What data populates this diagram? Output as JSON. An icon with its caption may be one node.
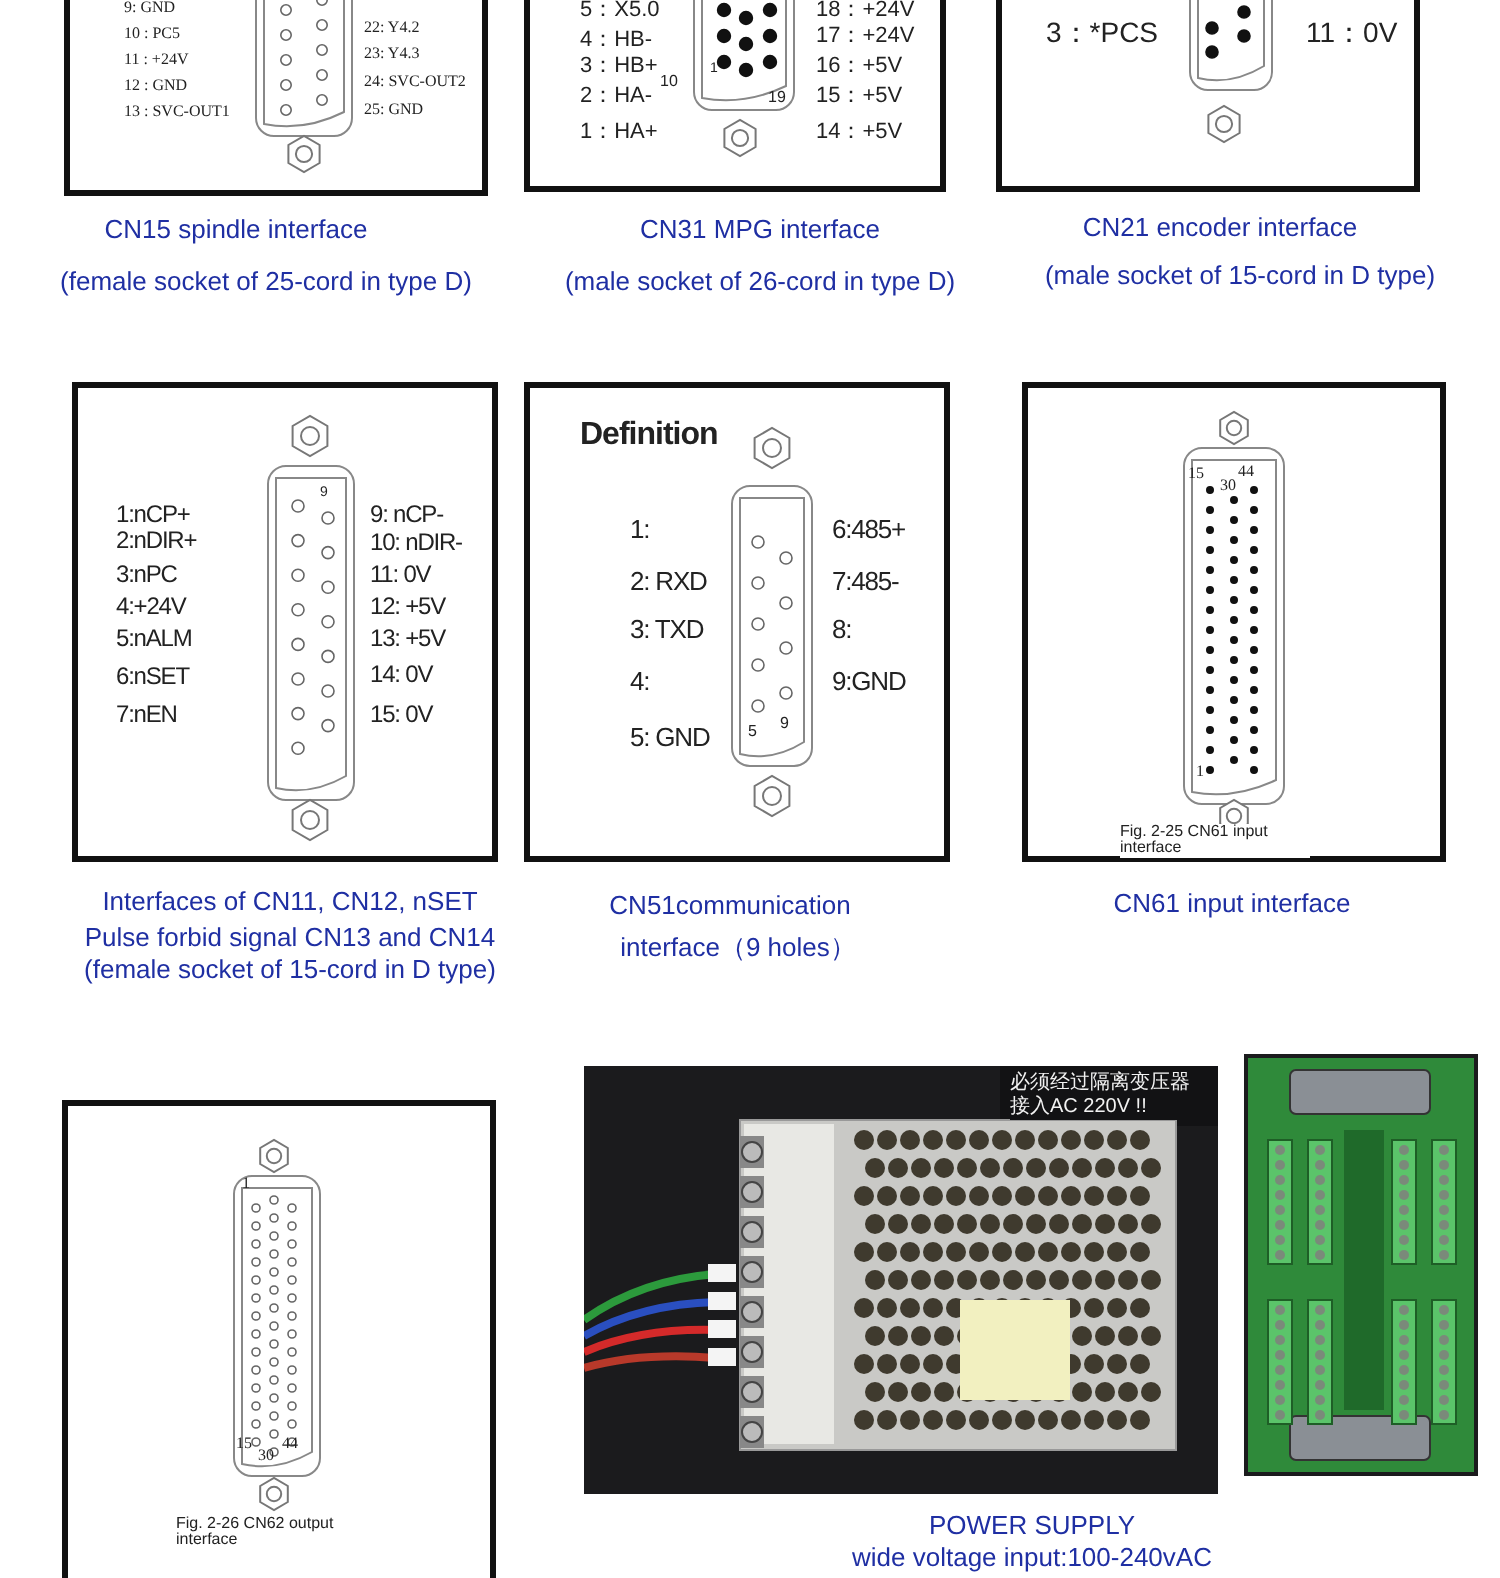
{
  "diagram": {
    "nodes": [
      {
        "text": [
          "9: GND",
          "10 : PC5",
          "11 : +24V",
          "12 : GND",
          "13 : SVC-OUT1",
          "22: Y4.2",
          "23: Y4.3",
          "24: SVC-OUT2",
          "25: GND"
        ],
        "beside": [
          "CN15 spindle interface",
          "(female socket of 25-cord in type D)"
        ]
      },
      {
        "text": [
          "5：X5.0",
          "4：HB-",
          "3：HB+",
          "2：HA-",
          "1：HA+",
          "10",
          "1",
          "19",
          "18：+24V",
          "17：+24V",
          "16：+5V",
          "15：+5V",
          "14：+5V"
        ],
        "beside": [
          "CN31 MPG interface",
          "(male socket of 26-cord in type D)"
        ]
      },
      {
        "text": [
          "3：*PCS",
          "11：0V"
        ],
        "beside": [
          "CN21 encoder interface",
          "(male socket of 15-cord in D type)"
        ]
      },
      {
        "text": [
          "1:nCP+",
          "2:nDIR+",
          "3:nPC",
          "4:+24V",
          "5:nALM",
          "6:nSET",
          "7:nEN",
          "9",
          "9: nCP-",
          "10: nDIR-",
          "11: 0V",
          "12: +5V",
          "13: +5V",
          "14: 0V",
          "15: 0V"
        ],
        "beside": [
          "Interfaces of CN11, CN12, nSET",
          "Pulse forbid signal CN13 and CN14",
          "(female socket of 15-cord in D type)"
        ]
      },
      {
        "text": [
          "Definition",
          "1:",
          "2: RXD",
          "3: TXD",
          "4:",
          "5: GND",
          "6:485+",
          "7:485-",
          "8:",
          "9:GND",
          "5",
          "9"
        ],
        "beside": [
          "CN51communication",
          "interface（9 holes）"
        ]
      },
      {
        "text": [
          "15",
          "30",
          "44",
          "1",
          "Fig. 2-25 CN61 input interface"
        ],
        "beside": [
          "CN61 input interface"
        ]
      },
      {
        "text": [
          "1",
          "15",
          "30",
          "44",
          "Fig. 2-26 CN62 output interface"
        ]
      },
      {
        "text": [
          "必须经过隔离变压器接入AC 220V !!"
        ],
        "beside": [
          "POWER SUPPLY",
          "wide voltage input:100-240vAC"
        ]
      },
      {
        "text": [],
        "shape": "picture"
      }
    ]
  }
}
